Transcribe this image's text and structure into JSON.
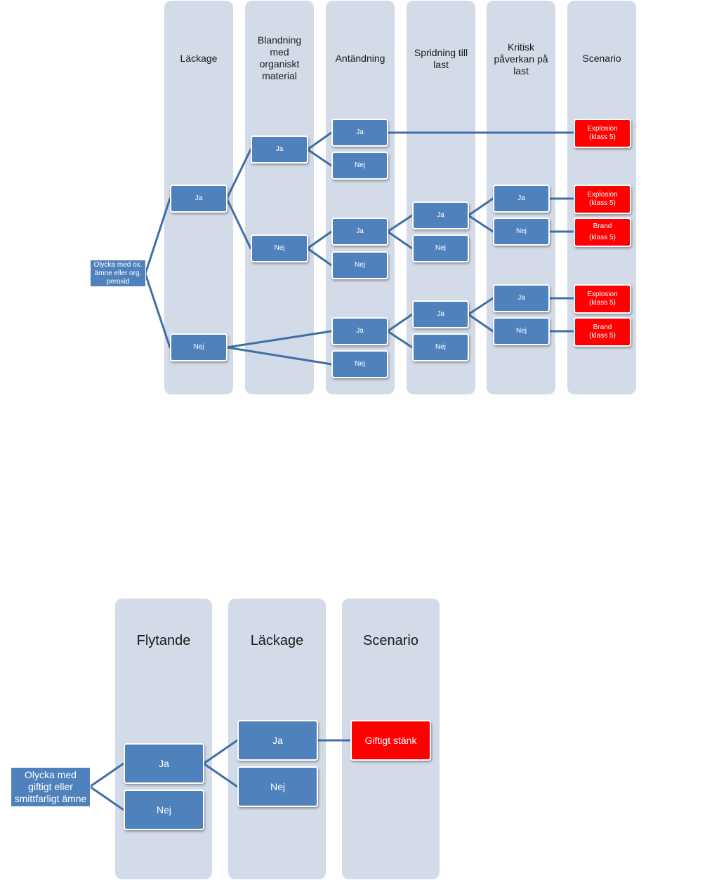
{
  "colors": {
    "column": "#d3dae8",
    "node": "#4f81bd",
    "scenario": "#ff0000",
    "connector": "#3f6fa8"
  },
  "tree1": {
    "root": "Olycka med ox. ämne eller org. peroxid",
    "headers": {
      "lackage": "Läckage",
      "blandning": "Blandning med organiskt material",
      "antandning": "Antändning",
      "spridning": "Spridning till last",
      "kritisk": "Kritisk påverkan på last",
      "scenario": "Scenario"
    },
    "yes": "Ja",
    "no": "Nej",
    "outcomes": {
      "explosion_1": "Explosion (klass 5)",
      "explosion_2": "Explosion (klass 5)",
      "brand_1": "Brand (klass 5)",
      "explosion_3": "Explosion (klass 5)",
      "brand_2": "Brand (klass 5)"
    }
  },
  "tree2": {
    "root": "Olycka med giftigt eller smittfarligt ämne",
    "headers": {
      "flytande": "Flytande",
      "lackage": "Läckage",
      "scenario": "Scenario"
    },
    "yes": "Ja",
    "no": "Nej",
    "outcome": "Giftigt stänk"
  }
}
